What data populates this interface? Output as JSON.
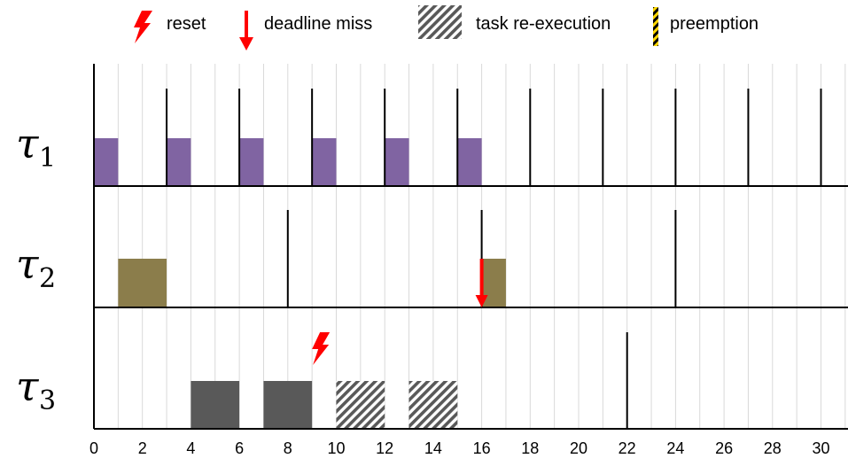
{
  "legend": {
    "reset": "reset",
    "deadline_miss": "deadline miss",
    "re_execution": "task re-execution",
    "preemption": "preemption"
  },
  "colors": {
    "tau1_job": "#8064a2",
    "tau2_job": "#8b7d4b",
    "tau3_job": "#595959",
    "reset": "#ff0000",
    "deadline_miss": "#ff0000",
    "preemption_stripe": "#ffd700",
    "grid": "#d9d9d9",
    "axis": "#000000"
  },
  "x_axis": {
    "min": 0,
    "max": 31,
    "tick_labels": [
      0,
      2,
      4,
      6,
      8,
      10,
      12,
      14,
      16,
      18,
      20,
      22,
      24,
      26,
      28,
      30
    ]
  },
  "tasks": [
    {
      "name": "τ",
      "subscript": "1",
      "releases": [
        0,
        3,
        6,
        9,
        12,
        15,
        18,
        21,
        24,
        27,
        30
      ],
      "jobs": [
        {
          "start": 0,
          "end": 1,
          "kind": "exec"
        },
        {
          "start": 3,
          "end": 4,
          "kind": "exec"
        },
        {
          "start": 6,
          "end": 7,
          "kind": "exec"
        },
        {
          "start": 9,
          "end": 10,
          "kind": "exec"
        },
        {
          "start": 12,
          "end": 13,
          "kind": "exec"
        },
        {
          "start": 15,
          "end": 16,
          "kind": "exec"
        }
      ],
      "deadline_misses": [],
      "resets": []
    },
    {
      "name": "τ",
      "subscript": "2",
      "releases": [
        8,
        16,
        24
      ],
      "jobs": [
        {
          "start": 1,
          "end": 3,
          "kind": "exec"
        },
        {
          "start": 16,
          "end": 17,
          "kind": "exec"
        }
      ],
      "deadline_misses": [
        16
      ],
      "resets": []
    },
    {
      "name": "τ",
      "subscript": "3",
      "releases": [
        22
      ],
      "jobs": [
        {
          "start": 4,
          "end": 6,
          "kind": "exec"
        },
        {
          "start": 7,
          "end": 9,
          "kind": "exec"
        },
        {
          "start": 10,
          "end": 12,
          "kind": "reexec"
        },
        {
          "start": 13,
          "end": 15,
          "kind": "reexec"
        }
      ],
      "deadline_misses": [],
      "resets": [
        9
      ]
    }
  ]
}
